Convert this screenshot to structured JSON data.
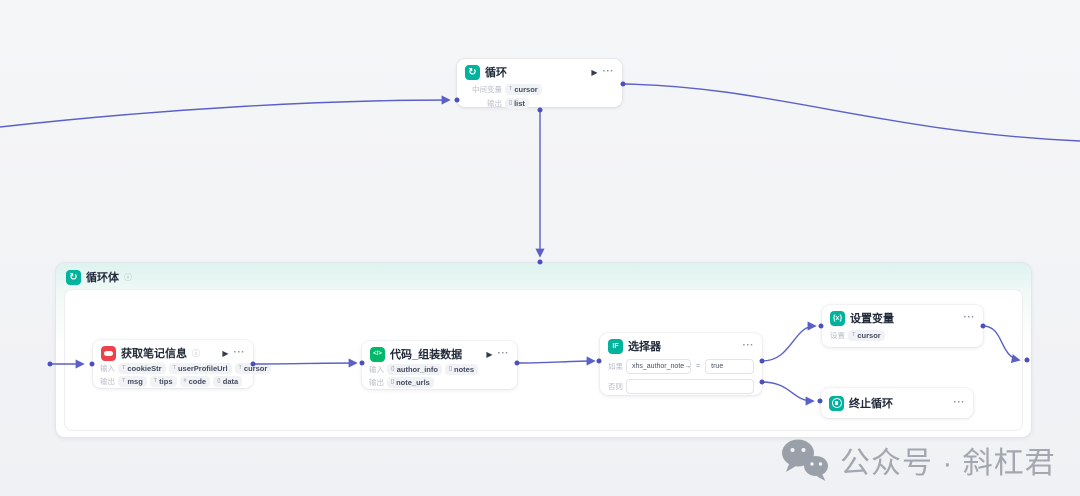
{
  "canvas": {
    "line_color": "#5a60c8",
    "port_color": "#4950bd"
  },
  "glyphs": {
    "loop": "↻",
    "if": "IF",
    "code": "</>",
    "set_var": "{x}",
    "play": "▶",
    "menu": "···",
    "info": "ⓘ"
  },
  "loop_node": {
    "title": "循环",
    "rows": [
      {
        "label": "中间变量",
        "tag_type": "T",
        "tag_name": "cursor"
      },
      {
        "label": "输出",
        "tag_type": "[]",
        "tag_name": "list"
      }
    ]
  },
  "loop_body": {
    "title": "循环体"
  },
  "note_node": {
    "title": "获取笔记信息",
    "input_label": "输入",
    "output_label": "输出",
    "inputs": [
      {
        "type": "T",
        "name": "cookieStr"
      },
      {
        "type": "T",
        "name": "userProfileUrl"
      },
      {
        "type": "T",
        "name": "cursor"
      }
    ],
    "outputs": [
      {
        "type": "T",
        "name": "msg"
      },
      {
        "type": "T",
        "name": "tips"
      },
      {
        "type": "#",
        "name": "code"
      },
      {
        "type": "{}",
        "name": "data"
      }
    ]
  },
  "code_node": {
    "title": "代码_组装数据",
    "input_label": "输入",
    "output_label": "输出",
    "inputs": [
      {
        "type": "{}",
        "name": "author_info"
      },
      {
        "type": "[]",
        "name": "notes"
      }
    ],
    "outputs": [
      {
        "type": "[]",
        "name": "note_urls"
      }
    ]
  },
  "selector_node": {
    "title": "选择器",
    "if_label": "如果",
    "if_left": "xhs_author_note→",
    "if_op": "=",
    "if_right": "true",
    "else_label": "否则",
    "else_value": ""
  },
  "set_var_node": {
    "title": "设置变量",
    "row_label": "设置",
    "tag_type": "T",
    "tag_name": "cursor"
  },
  "break_node": {
    "title": "终止循环"
  },
  "watermark": {
    "text": "公众号 · 斜杠君"
  }
}
